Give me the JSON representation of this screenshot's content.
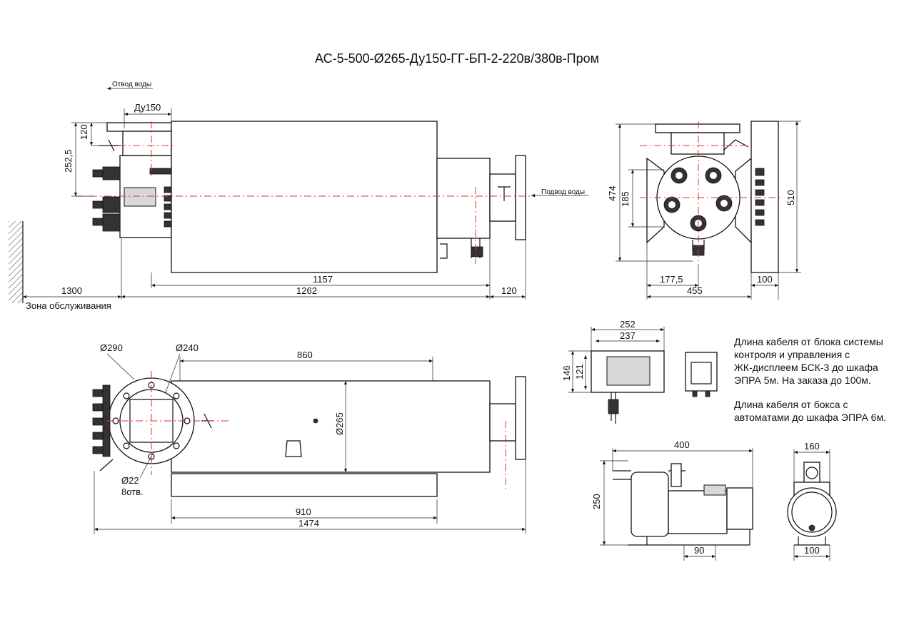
{
  "title": "АС-5-500-Ø265-Ду150-ГГ-БП-2-220в/380в-Пром",
  "labels": {
    "outlet": "Отвод воды",
    "inlet": "Подвод воды",
    "service_zone": "Зона обслуживания",
    "holes": "8отв."
  },
  "dims": {
    "du150": "Ду150",
    "d120_top": "120",
    "d252_5": "252,5",
    "d1157": "1157",
    "d1262": "1262",
    "d120_right": "120",
    "d1300": "1300",
    "d474": "474",
    "d185": "185",
    "d510": "510",
    "d177_5": "177,5",
    "d455": "455",
    "d100_side": "100",
    "phi290": "Ø290",
    "phi240": "Ø240",
    "d860": "860",
    "phi265": "Ø265",
    "phi22": "Ø22",
    "d910": "910",
    "d1474": "1474",
    "d252": "252",
    "d237": "237",
    "d146": "146",
    "d121": "121",
    "d400": "400",
    "d250": "250",
    "d90": "90",
    "d160": "160",
    "d100_pump": "100"
  },
  "notes": {
    "cable1": [
      "Длина кабеля от блока системы",
      "контроля и управления с",
      "ЖК-дисплеем БСК-3 до шкафа",
      "ЭПРА 5м. На заказа до 100м."
    ],
    "cable2": [
      "Длина кабеля от бокса с",
      "автоматами до шкафа ЭПРА 6м."
    ]
  },
  "colors": {
    "axis": "#e0302a",
    "line": "#111111"
  }
}
